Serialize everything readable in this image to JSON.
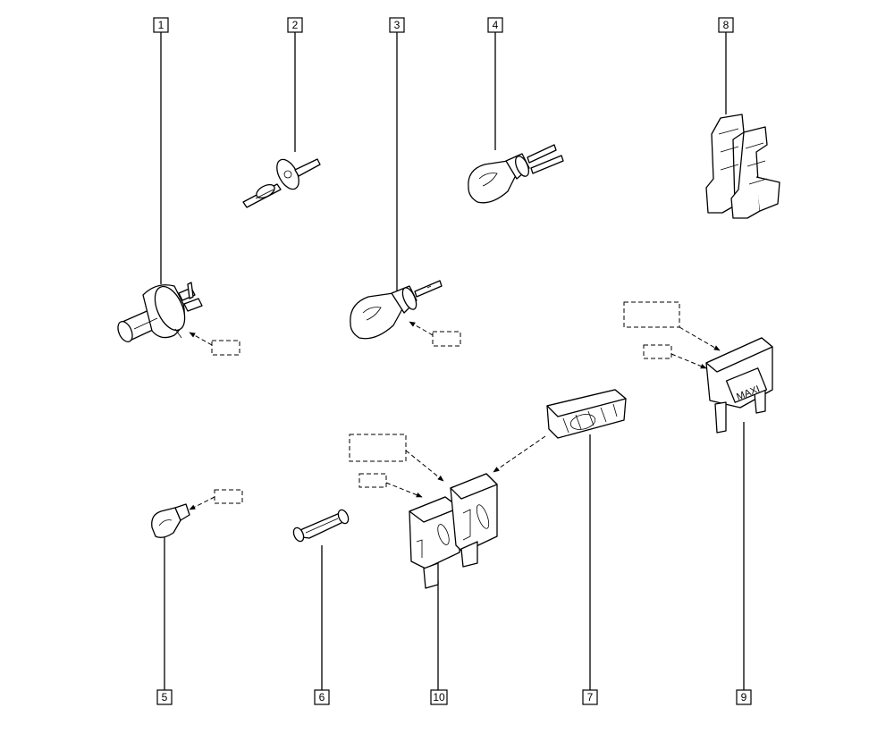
{
  "callouts": {
    "c1": "1",
    "c2": "2",
    "c3": "3",
    "c4": "4",
    "c5": "5",
    "c6": "6",
    "c7": "7",
    "c8": "8",
    "c9": "9",
    "c10": "10"
  },
  "labels": {
    "maxi_fuse_text": "MAXI"
  },
  "colors": {
    "line": "#000000",
    "background": "#ffffff"
  }
}
